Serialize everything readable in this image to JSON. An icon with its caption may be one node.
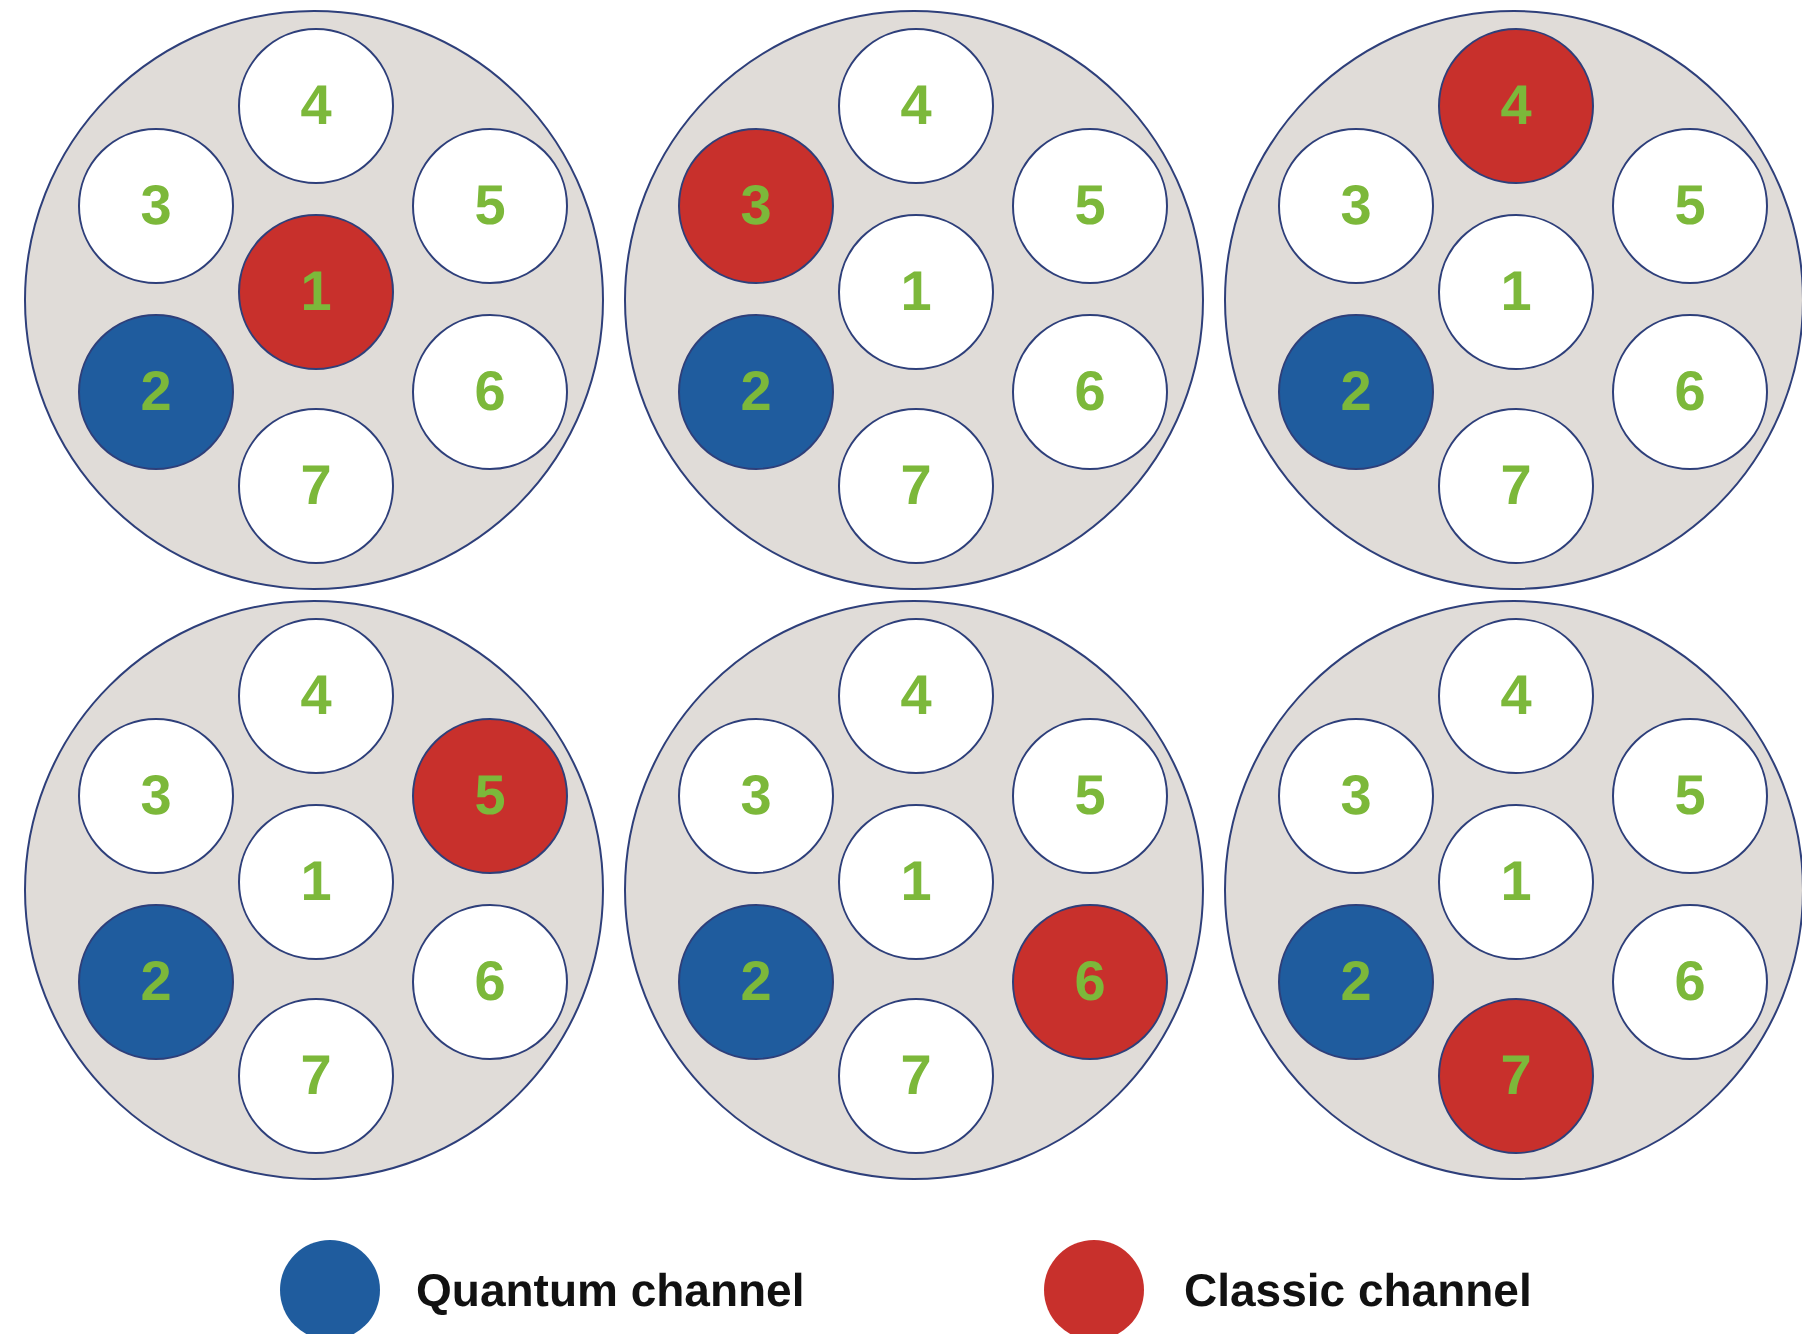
{
  "diagram": {
    "nodes": [
      {
        "text": [],
        "shape": "circle"
      },
      {
        "text": [
          "4"
        ],
        "in": 0
      },
      {
        "text": [
          "3"
        ],
        "in": 0
      },
      {
        "text": [
          "5"
        ],
        "in": 0
      },
      {
        "text": [
          "1"
        ],
        "in": 0
      },
      {
        "text": [
          "2"
        ],
        "in": 0
      },
      {
        "text": [
          "6"
        ],
        "in": 0
      },
      {
        "text": [
          "7"
        ],
        "in": 0
      },
      {
        "text": [],
        "shape": "circle"
      },
      {
        "text": [
          "4"
        ],
        "in": 8
      },
      {
        "text": [
          "3"
        ],
        "in": 8
      },
      {
        "text": [
          "5"
        ],
        "in": 8
      },
      {
        "text": [
          "1"
        ],
        "in": 8
      },
      {
        "text": [
          "2"
        ],
        "in": 8
      },
      {
        "text": [
          "6"
        ],
        "in": 8
      },
      {
        "text": [
          "7"
        ],
        "in": 8
      },
      {
        "text": [],
        "shape": "circle"
      },
      {
        "text": [
          "4"
        ],
        "in": 16
      },
      {
        "text": [
          "3"
        ],
        "in": 16
      },
      {
        "text": [
          "5"
        ],
        "in": 16
      },
      {
        "text": [
          "1"
        ],
        "in": 16
      },
      {
        "text": [
          "2"
        ],
        "in": 16
      },
      {
        "text": [
          "6"
        ],
        "in": 16
      },
      {
        "text": [
          "7"
        ],
        "in": 16
      },
      {
        "text": [],
        "shape": "circle"
      },
      {
        "text": [
          "4"
        ],
        "in": 24
      },
      {
        "text": [
          "3"
        ],
        "in": 24
      },
      {
        "text": [
          "5"
        ],
        "in": 24
      },
      {
        "text": [
          "1"
        ],
        "in": 24
      },
      {
        "text": [
          "2"
        ],
        "in": 24
      },
      {
        "text": [
          "6"
        ],
        "in": 24
      },
      {
        "text": [
          "7"
        ],
        "in": 24
      },
      {
        "text": [],
        "shape": "circle"
      },
      {
        "text": [
          "4"
        ],
        "in": 32
      },
      {
        "text": [
          "3"
        ],
        "in": 32
      },
      {
        "text": [
          "5"
        ],
        "in": 32
      },
      {
        "text": [
          "1"
        ],
        "in": 32
      },
      {
        "text": [
          "2"
        ],
        "in": 32
      },
      {
        "text": [
          "6"
        ],
        "in": 32
      },
      {
        "text": [
          "7"
        ],
        "in": 32
      },
      {
        "text": [],
        "shape": "circle"
      },
      {
        "text": [
          "4"
        ],
        "in": 40
      },
      {
        "text": [
          "3"
        ],
        "in": 40
      },
      {
        "text": [
          "5"
        ],
        "in": 40
      },
      {
        "text": [
          "1"
        ],
        "in": 40
      },
      {
        "text": [
          "2"
        ],
        "in": 40
      },
      {
        "text": [
          "6"
        ],
        "in": 40
      },
      {
        "text": [
          "7"
        ],
        "in": 40
      }
    ],
    "legend": [
      {
        "text": "Quantum channel",
        "color": "#1f5c9e"
      },
      {
        "text": "Classic channel",
        "color": "#c8302c"
      }
    ]
  }
}
